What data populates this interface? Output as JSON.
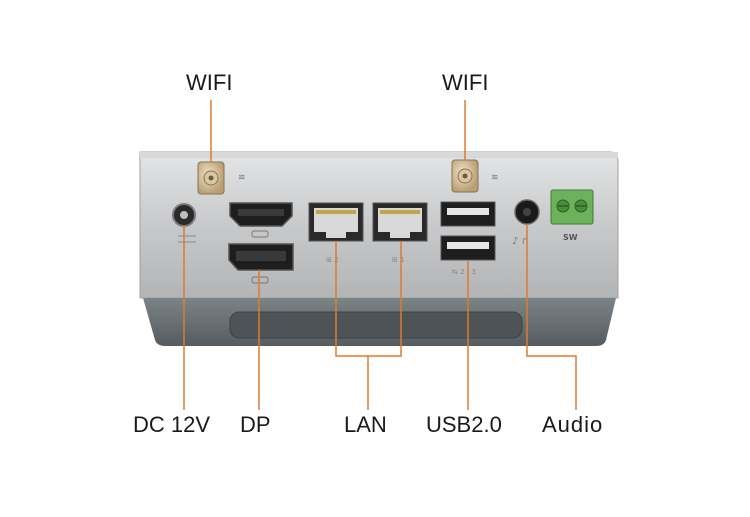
{
  "labels": {
    "wifi_left": "WIFI",
    "wifi_right": "WIFI",
    "dc": "DC 12V",
    "dp": "DP",
    "lan": "LAN",
    "usb": "USB2.0",
    "audio": "Audio"
  },
  "device": {
    "switch_label": "SW"
  },
  "colors": {
    "leader_line": "#e07a2e",
    "chassis": "#c9cacc",
    "base": "#6d7376",
    "terminal": "#6cb25a"
  }
}
